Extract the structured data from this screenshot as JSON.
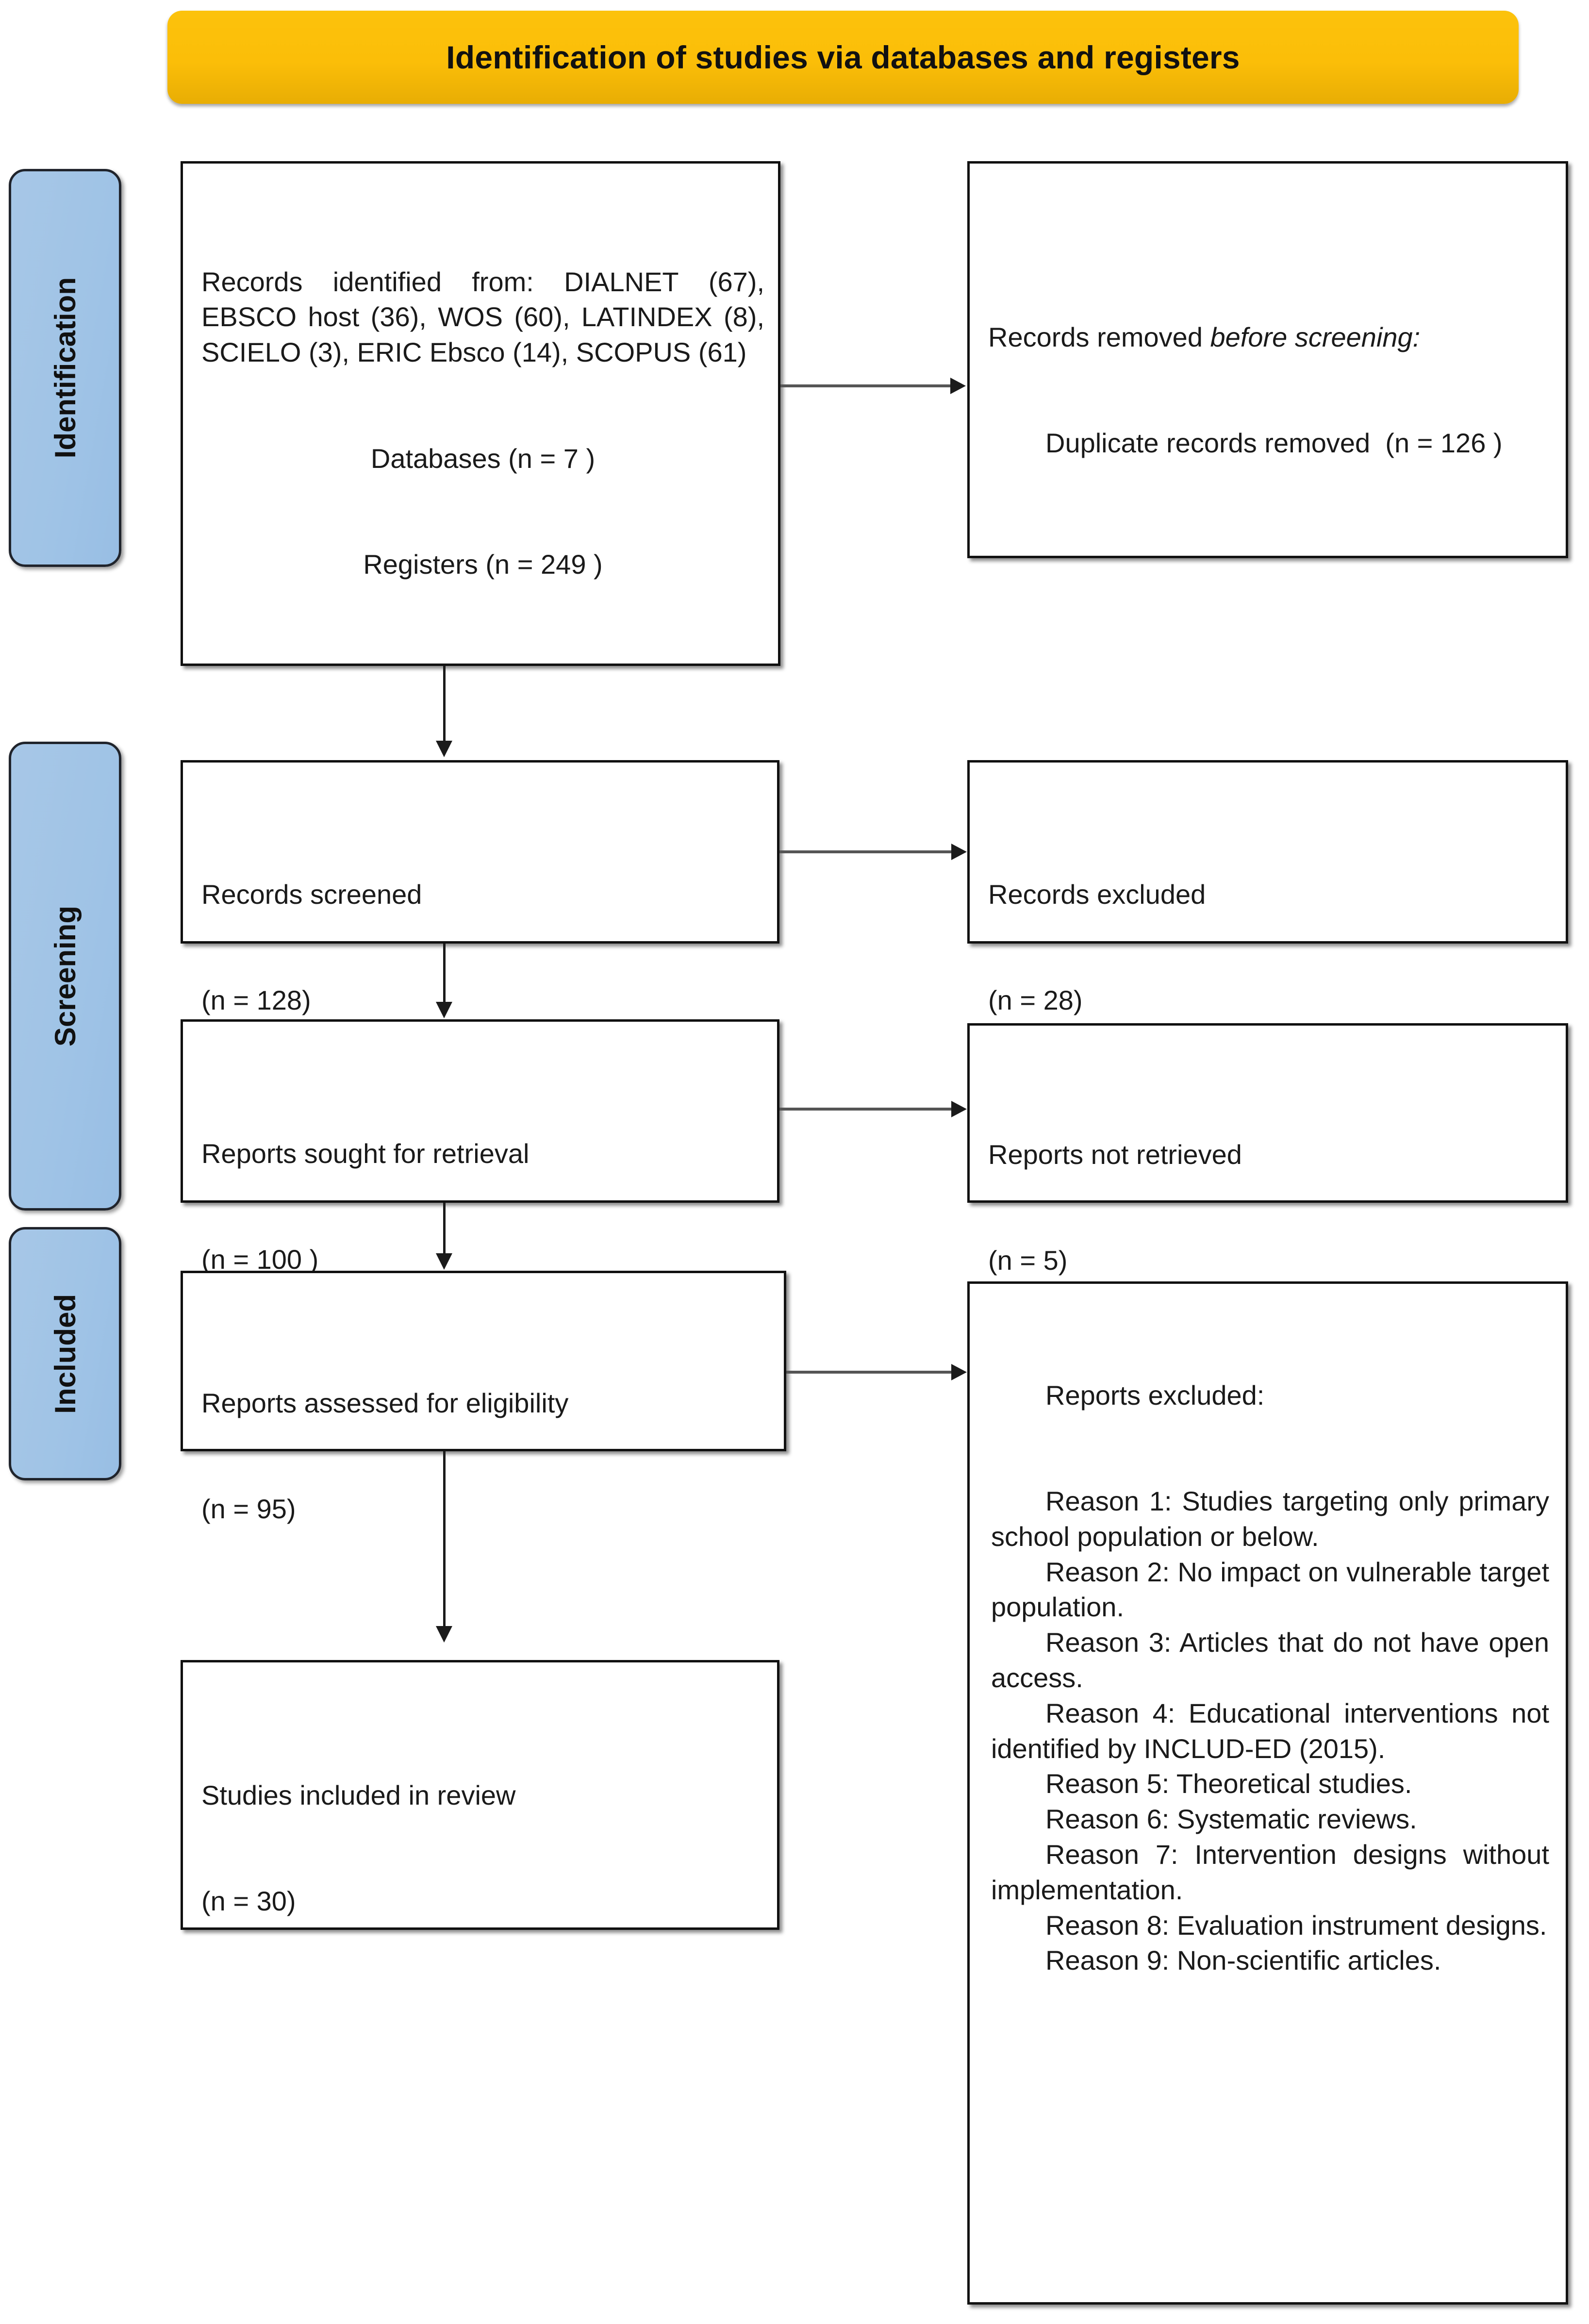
{
  "banner": {
    "title": "Identification of studies via databases and registers"
  },
  "stages": [
    {
      "id": "identification",
      "label": "Identification"
    },
    {
      "id": "screening",
      "label": "Screening"
    },
    {
      "id": "included",
      "label": "Included"
    }
  ],
  "boxes": {
    "identified": {
      "line1": "Records identified from: DIALNET (67), EBSCO host (36), WOS (60), LATINDEX (8), SCIELO (3), ERIC Ebsco (14), SCOPUS (61)",
      "line2": "Databases (n = 7 )",
      "line3": "Registers (n = 249 )",
      "line4": "Databases (n = 7 )",
      "line5": "Registers (n = 249 )"
    },
    "removed": {
      "lead": "Records removed ",
      "italic": "before screening",
      "colon": ":",
      "detail": "Duplicate records removed  (n = 126 )"
    },
    "screened": {
      "line1": "Records screened",
      "line2": "(n = 128)"
    },
    "excluded": {
      "line1": "Records excluded",
      "line2": "(n = 28)"
    },
    "sought": {
      "line1": "Reports sought for retrieval",
      "line2": "(n = 100 )"
    },
    "not_retrieved": {
      "line1": "Reports not retrieved",
      "line2": "(n = 5)"
    },
    "eligibility": {
      "line1": "Reports assessed for eligibility",
      "line2": "(n = 95)"
    },
    "reasons": {
      "heading": "Reports excluded:",
      "items": [
        "Reason 1: Studies targeting only primary school population or below.",
        "Reason 2: No impact on vulnerable target population.",
        "Reason 3: Articles that do not have open access.",
        "Reason 4: Educational interventions not identified by INCLUD-ED (2015).",
        "Reason 5: Theoretical studies.",
        "Reason 6: Systematic reviews.",
        "Reason 7: Intervention designs without implementation.",
        "Reason 8: Evaluation instrument designs.",
        "Reason 9: Non-scientific articles."
      ]
    },
    "included": {
      "line1": "Studies included in review",
      "line2": "(n = 30)"
    }
  },
  "colors": {
    "banner": "#FBBE08",
    "stage_tab": "#A7C7E7",
    "box_border": "#111111",
    "connector": "#1B1B1B"
  }
}
